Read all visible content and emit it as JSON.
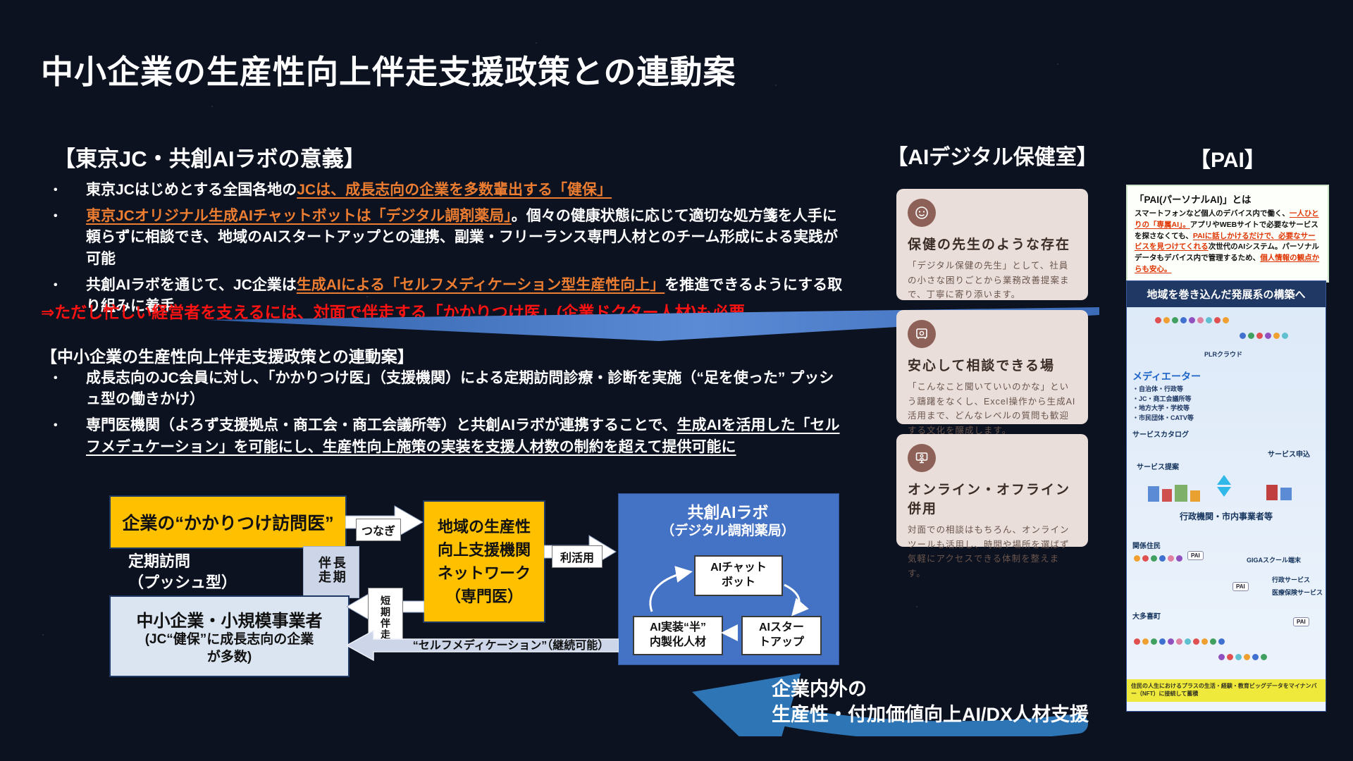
{
  "title": "中小企業の生産性向上伴走支援政策との連動案",
  "section1": {
    "heading": "【東京JC・共創AIラボの意義】",
    "b1_plain": "東京JCはじめとする全国各地の",
    "b1_link": "JCは、成長志向の企業を多数輩出する「健保」",
    "b2_link": "東京JCオリジナル生成AIチャットボットは「デジタル調剤薬局」",
    "b2_rest": "。個々の健康状態に応じて適切な処方箋を人手に頼らずに相談でき、地域のAIスタートアップとの連携、副業・フリーランス専門人材とのチーム形成による実践が可能",
    "b3_plain": "共創AIラボを通じて、JC企業は",
    "b3_link": "生成AIによる「セルフメディケーション型生産性向上」",
    "b3_rest": "を推進できるようにする取り組みに着手",
    "note": "⇒ただし忙しい経営者を支えるには、対面で伴走する「かかりつけ医」(企業ドクター人材)も必要"
  },
  "section2": {
    "heading": "【中小企業の生産性向上伴走支援政策との連動案】",
    "b1": "成長志向のJC会員に対し、「かかりつけ医」（支援機関）による定期訪問診療・診断を実施（“足を使った” プッシュ型の働きかけ）",
    "b2_plain": "専門医機関（よろず支援拠点・商工会・商工会議所等）と共創AIラボが連携することで、",
    "b2_underline": "生成AIを活用した「セルフメデュケーション」を可能にし、生産性向上施策の実装を支援人材数の制約を超えて提供可能に"
  },
  "flow": {
    "doctor_box": "企業の“かかりつけ訪問医”",
    "tsunagi": "つなぎ",
    "network_box": "地域の生産性\n向上支援機関\nネットワーク\n（専門医）",
    "rikatsuyo": "利活用",
    "lab_title": "共創AIラボ",
    "lab_subtitle": "（デジタル調剤薬局）",
    "chatbot": "AIチャット\nボット",
    "implement": "AI実装“半”\n内製化人材",
    "startup": "AIスター\nトアップ",
    "teiki": "定期訪問\n（プッシュ型）",
    "choki_banso": "長期伴走",
    "tanki_banso": "短期伴走",
    "self_med": "“セルフメディケーション”（継続可能）",
    "sme_line1": "中小企業・小規模事業者",
    "sme_line2": "(JC“健保”に成長志向の企業\nが多数)",
    "support_line1": "企業内外の",
    "support_line2": "生産性・付加価値向上AI/DX人材支援"
  },
  "right": {
    "hoken_heading": "【AIデジタル保健室】",
    "pai_heading": "【PAI】",
    "cards": [
      {
        "icon": "smiley-face-icon",
        "title": "保健の先生のような存在",
        "body": "「デジタル保健の先生」として、社員の小さな困りごとから業務改善提案まで、丁寧に寄り添います。"
      },
      {
        "icon": "safe-box-icon",
        "title": "安心して相談できる場",
        "body": "「こんなこと聞いていいのかな」という躊躇をなくし、Excel操作から生成AI活用まで、どんなレベルの質問も歓迎する文化を醸成します。"
      },
      {
        "icon": "online-consult-icon",
        "title": "オンライン・オフライン併用",
        "body": "対面での相談はもちろん、オンラインツールも活用し、時間や場所を選ばず気軽にアクセスできる体制を整えます。"
      }
    ],
    "pai_box": {
      "title": "「PAI(パーソナルAI)」とは",
      "seg1": "スマートフォンなど個人のデバイス内で働く、",
      "seg2": "一人ひとりの「専属AI」。",
      "seg3": "アプリやWEBサイトで必要なサービスを探さなくても、",
      "seg4": "PAIに話しかけるだけで、必要なサービスを見つけてくれる",
      "seg5": "次世代のAIシステム。パーソナルデータもデバイス内で管理するため、",
      "seg6": "個人情報の観点からも安心。"
    },
    "poster": {
      "header": "地域を巻き込んだ発展系の構築へ",
      "mediator": "メディエーター",
      "mediator_items": "・自治体・行政等\n・JC・商工会議所等\n・地方大学・学校等\n・市民団体・CATV等",
      "plr": "PLRクラウド",
      "service_catalog": "サービスカタログ",
      "service_teian": "サービス提案",
      "service_moshikomi": "サービス申込",
      "gyosei": "行政機関・市内事業者等",
      "kankei_jumin": "関係住民",
      "otaki": "大多喜町",
      "giga": "GIGAスクール端末",
      "gyosei_service": "行政サービス",
      "iryo_hoken": "医療保険サービス",
      "pai_chip": "PAI",
      "footer": "住民の人生におけるプラスの生活・経験・教育ビッグデータをマイナンバー（NFT）に接続して蓄積"
    }
  },
  "colors": {
    "accent_orange": "#ED7D31",
    "note_red": "#FF1212",
    "box_yellow": "#FFC000",
    "box_blue": "#4472C4",
    "card_bg": "#E9DEDA",
    "card_icon": "#8D6157",
    "swoosh_blue": "#4472C4",
    "arrow_blue": "#2E75B6"
  }
}
